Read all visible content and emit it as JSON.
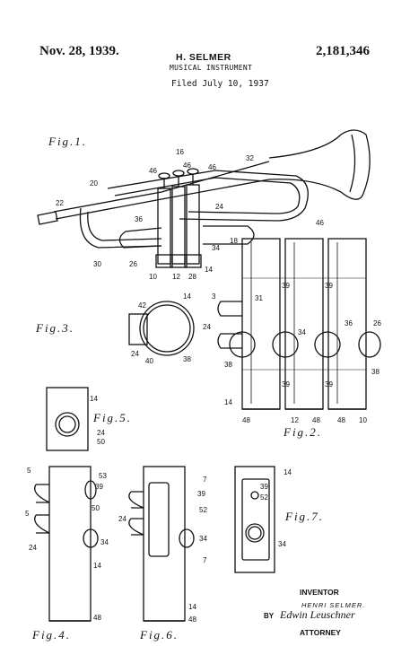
{
  "header": {
    "date": "Nov. 28, 1939.",
    "inventor": "H. SELMER",
    "patent_number": "2,181,346",
    "title": "MUSICAL INSTRUMENT",
    "filed": "Filed July 10, 1937"
  },
  "figures": {
    "fig1": "Fig.1.",
    "fig2": "Fig.2.",
    "fig3": "Fig.3.",
    "fig4": "Fig.4.",
    "fig5": "Fig.5.",
    "fig6": "Fig.6.",
    "fig7": "Fig.7."
  },
  "signature": {
    "inventor_label": "INVENTOR",
    "inventor_name": "HENRI SELMER.",
    "by": "BY",
    "attorney_sig": "Edwin Leuschner",
    "attorney_label": "ATTORNEY"
  },
  "refs": {
    "fig1": [
      "16",
      "46",
      "46",
      "46",
      "32",
      "20",
      "22",
      "24",
      "36",
      "34",
      "18",
      "30",
      "26",
      "10",
      "12",
      "28",
      "14"
    ],
    "fig2": [
      "46",
      "3",
      "31",
      "24",
      "39",
      "39",
      "36",
      "26",
      "34",
      "38",
      "39",
      "39",
      "38",
      "14",
      "48",
      "12",
      "48",
      "48",
      "10"
    ],
    "fig3": [
      "42",
      "14",
      "24",
      "40",
      "38"
    ],
    "fig5": [
      "14",
      "24",
      "50"
    ],
    "fig4": [
      "5",
      "53",
      "39",
      "50",
      "5",
      "24",
      "34",
      "14",
      "48"
    ],
    "fig6": [
      "7",
      "39",
      "52",
      "24",
      "34",
      "7",
      "14",
      "48"
    ],
    "fig7": [
      "14",
      "39",
      "52",
      "34"
    ]
  }
}
